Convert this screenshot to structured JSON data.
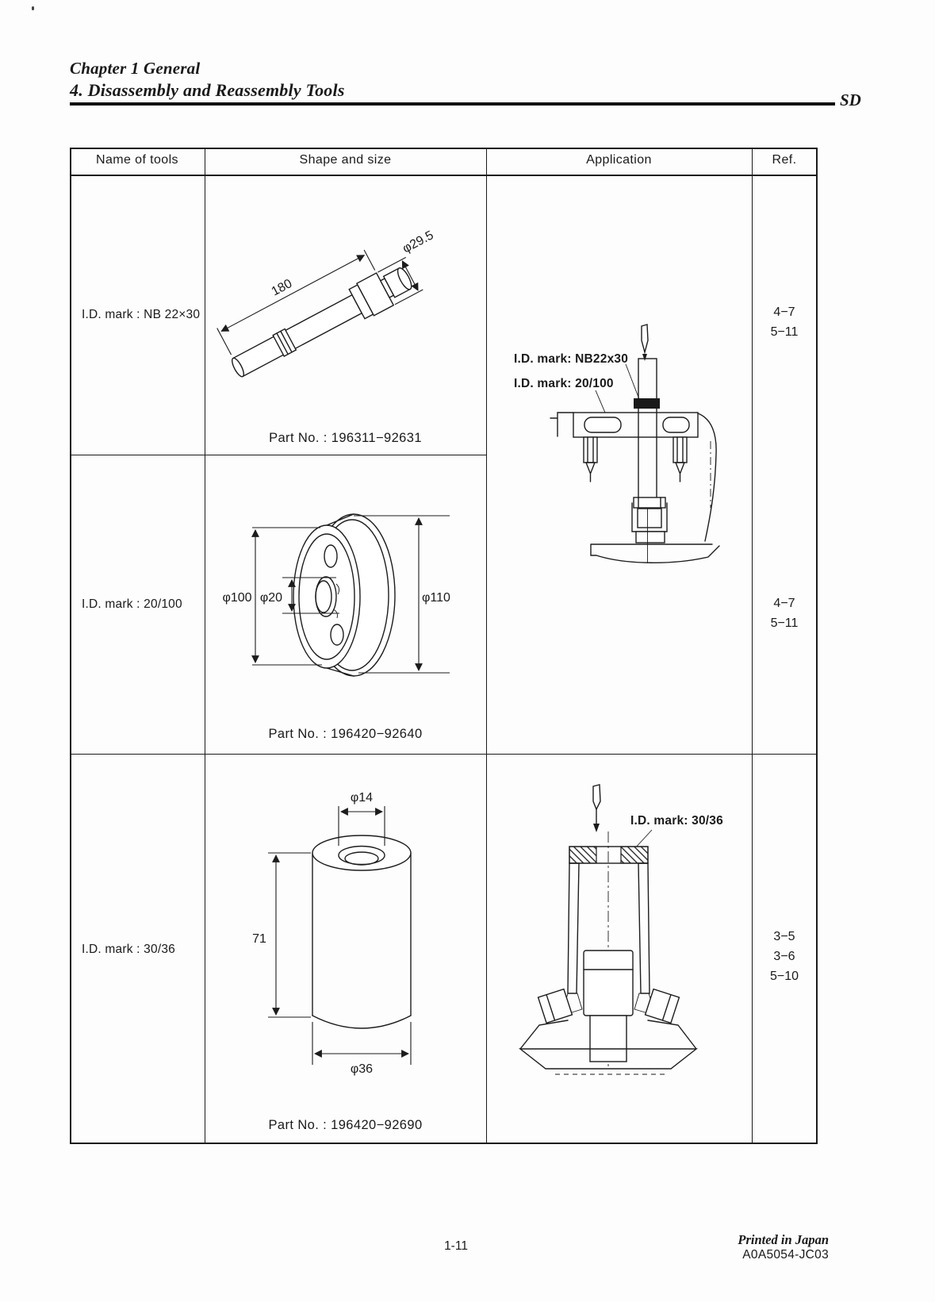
{
  "page": {
    "chapter_title": "Chapter 1 General",
    "section_title": "4. Disassembly and Reassembly Tools",
    "edge_label": "SD",
    "page_number": "1-11",
    "printed_in": "Printed in Japan",
    "doc_code": "A0A5054-JC03"
  },
  "table": {
    "headers": {
      "name": "Name of tools",
      "shape": "Shape and size",
      "application": "Application",
      "ref": "Ref."
    },
    "rows": [
      {
        "name": "I.D. mark : NB 22×30",
        "part_no": "Part No. : 196311−92631",
        "ref_lines": [
          "4−7",
          "5−11"
        ],
        "dims": {
          "length": "180",
          "head_dia": "φ29.5"
        }
      },
      {
        "name": "I.D. mark : 20/100",
        "part_no": "Part No. : 196420−92640",
        "ref_lines": [
          "4−7",
          "5−11"
        ],
        "dims": {
          "outer": "φ100",
          "bore": "φ20",
          "flange": "φ110"
        }
      },
      {
        "name": "I.D. mark : 30/36",
        "part_no": "Part No. : 196420−92690",
        "ref_lines": [
          "3−5",
          "3−6",
          "5−10"
        ],
        "dims": {
          "bore": "φ14",
          "height": "71",
          "outer": "φ36"
        }
      }
    ],
    "applications": {
      "upper": {
        "labels": [
          "I.D. mark: NB22x30",
          "I.D. mark: 20/100"
        ]
      },
      "lower": {
        "label": "I.D. mark: 30/36"
      }
    }
  }
}
